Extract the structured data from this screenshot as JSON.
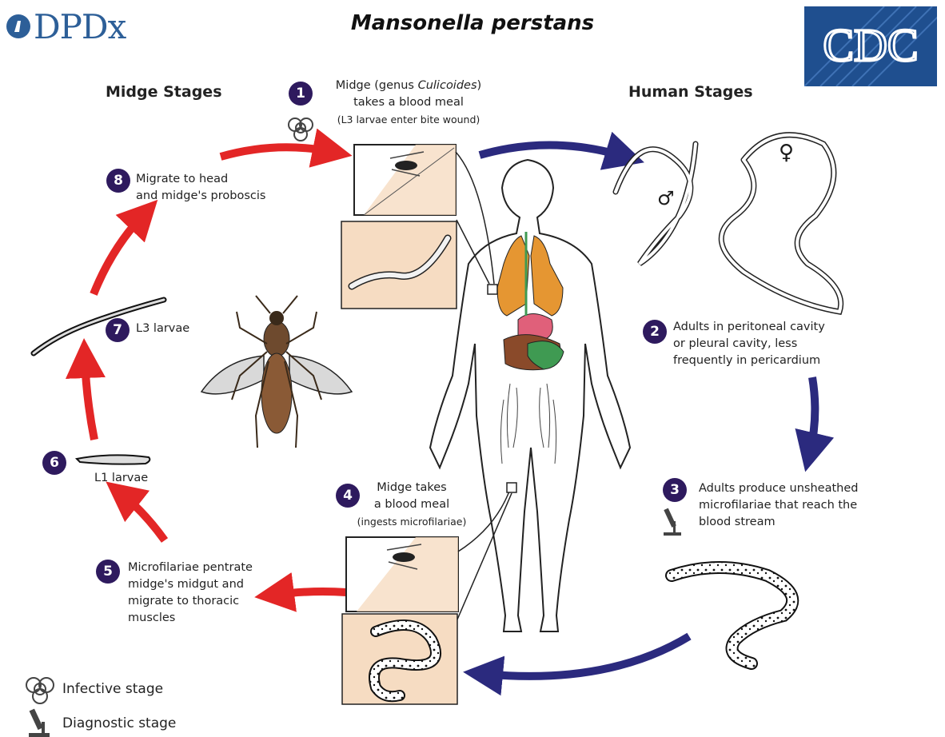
{
  "header": {
    "title": "Mansonella perstans",
    "logo_left": "DPDx",
    "logo_right": "CDC"
  },
  "sections": {
    "midge": "Midge Stages",
    "human": "Human Stages"
  },
  "steps": [
    {
      "num": "1",
      "line1_pre": "Midge (genus ",
      "line1_italic": "Culicoides",
      "line1_post": ")",
      "line2": "takes a blood meal",
      "note": "(L3 larvae enter bite wound)",
      "icon": "biohazard-icon"
    },
    {
      "num": "2",
      "lines": [
        "Adults in peritoneal cavity",
        "or pleural cavity,  less",
        "frequently in pericardium"
      ]
    },
    {
      "num": "3",
      "lines": [
        "Adults produce unsheathed",
        "microfilariae that reach the",
        "blood stream"
      ],
      "icon": "microscope-icon"
    },
    {
      "num": "4",
      "line1": "Midge takes",
      "line2": "a blood meal",
      "note": "(ingests microfilariae)"
    },
    {
      "num": "5",
      "lines": [
        "Microfilariae pentrate",
        "midge's midgut and",
        "migrate to thoracic",
        "muscles"
      ]
    },
    {
      "num": "6",
      "label": "L1 larvae"
    },
    {
      "num": "7",
      "label": "L3 larvae"
    },
    {
      "num": "8",
      "lines": [
        "Migrate to head",
        "and midge's proboscis"
      ]
    }
  ],
  "legend": {
    "infective": "Infective stage",
    "diagnostic": "Diagnostic stage"
  },
  "symbols": {
    "male": "♂",
    "female": "♀"
  },
  "colors": {
    "human_arrow": "#2b2a7e",
    "midge_arrow": "#e32626",
    "step_circle": "#2e1a5e",
    "panel_bg": "#f6dcc2",
    "dpdx_blue": "#2d5f98",
    "cdc_blue": "#1f4f8f"
  }
}
